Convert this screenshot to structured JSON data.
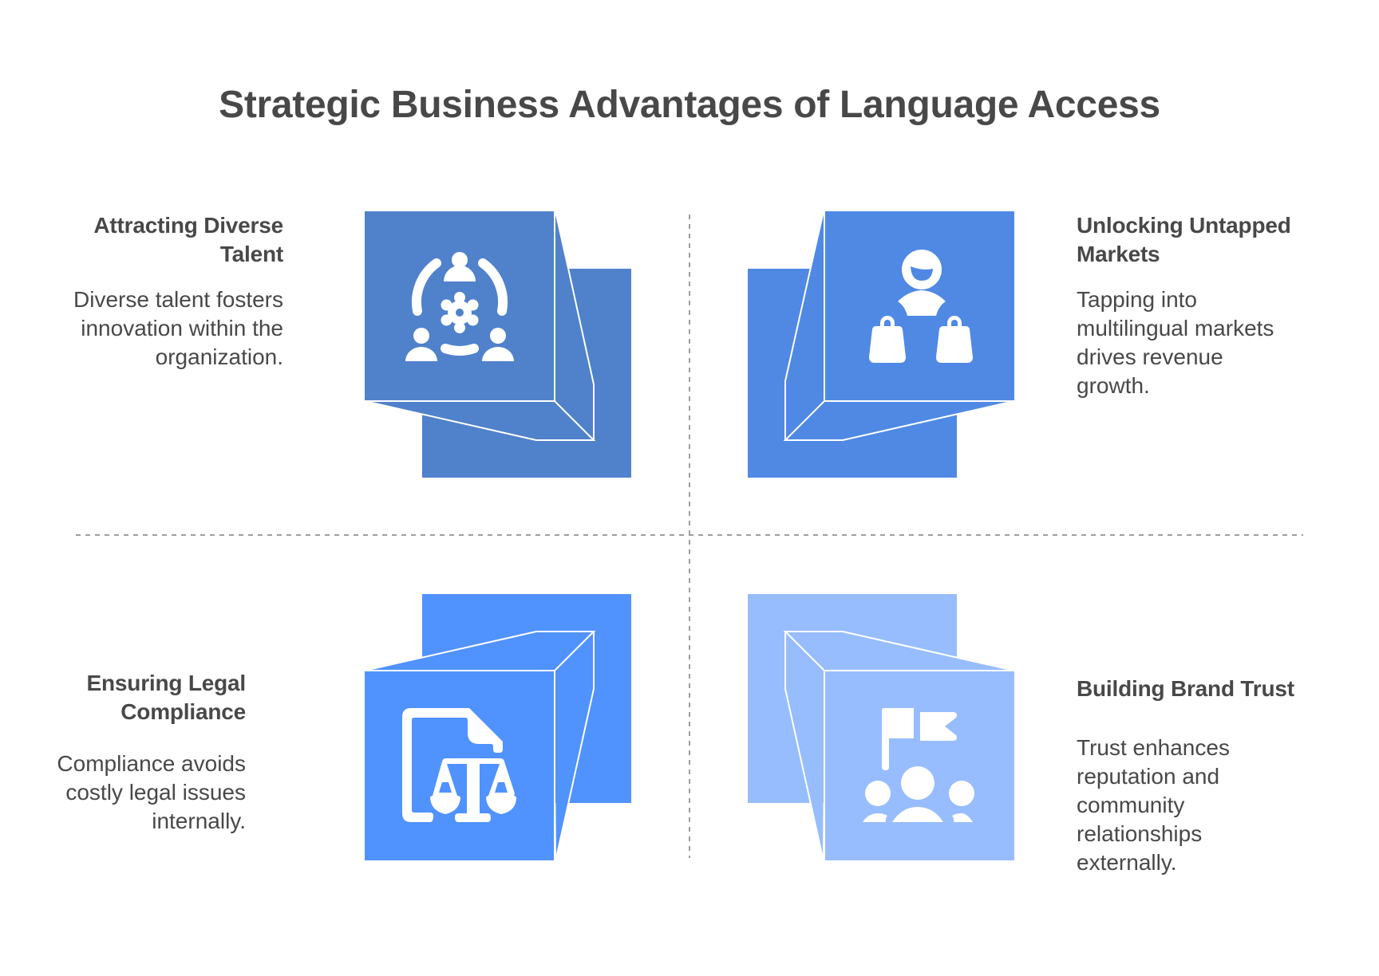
{
  "title": "Strategic Business Advantages of Language Access",
  "colors": {
    "text": "#484848",
    "divider": "#9E9E9E",
    "q1_box": "#5081CB",
    "q2_box": "#4F89E4",
    "q3_box": "#5092FE",
    "q4_box": "#97BDFE",
    "icon": "#FFFFFF"
  },
  "quadrants": [
    {
      "position": "top-left",
      "heading": "Attracting Diverse Talent",
      "description": "Diverse talent fosters innovation within the organization.",
      "icon": "team-collaboration-gear-icon"
    },
    {
      "position": "top-right",
      "heading": "Unlocking Untapped Markets",
      "description": "Tapping into multilingual markets drives revenue growth.",
      "icon": "customer-shopping-bags-icon"
    },
    {
      "position": "bottom-left",
      "heading": "Ensuring Legal Compliance",
      "description": "Compliance avoids costly legal issues internally.",
      "icon": "legal-document-scales-icon"
    },
    {
      "position": "bottom-right",
      "heading": "Building Brand Trust",
      "description": "Trust enhances reputation and community relationships externally.",
      "icon": "community-flags-icon"
    }
  ]
}
